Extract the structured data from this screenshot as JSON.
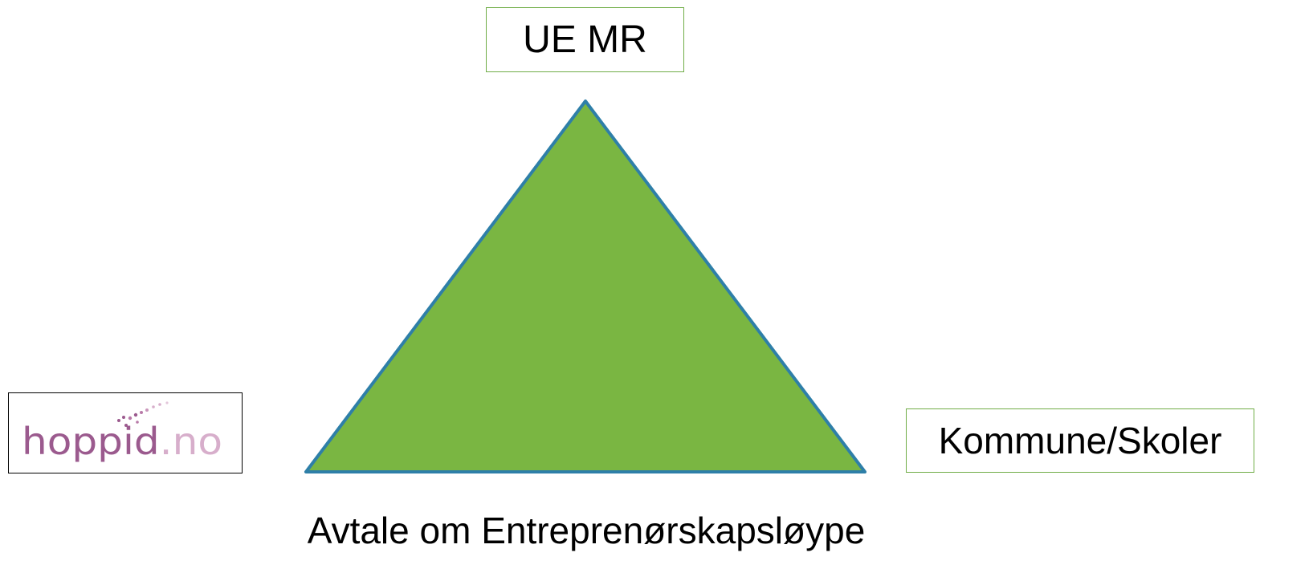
{
  "diagram": {
    "shape_color": "#7ab642",
    "shape_outline_color": "#2e7fa8",
    "box_border_color": "#70ad47"
  },
  "nodes": {
    "top_label": "UE MR",
    "right_label": "Kommune/Skoler"
  },
  "logo": {
    "text": "hoppid.no",
    "primary_color": "#9b5a8e",
    "secondary_color": "#d7aecb"
  },
  "caption": "Avtale om Entreprenørskapsløype"
}
